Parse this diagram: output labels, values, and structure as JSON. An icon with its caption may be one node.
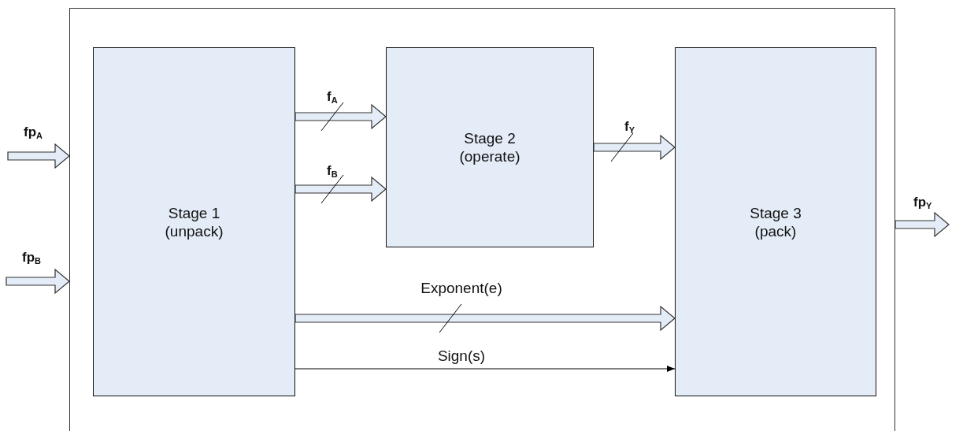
{
  "diagram": {
    "nodes": [
      {
        "text": [],
        "shape": "box"
      },
      {
        "text": [
          "Stage 1 (unpack)"
        ],
        "in": 0
      },
      {
        "text": [
          "Stage 2 (operate)"
        ],
        "in": 0
      },
      {
        "text": [
          "Stage 3 (pack)"
        ],
        "in": 0
      }
    ],
    "edges": [
      {
        "from": null,
        "to": 0,
        "arrow": "to",
        "label": "fp$_{A}$",
        "style": "thick"
      },
      {
        "from": null,
        "to": 0,
        "arrow": "to",
        "label": "fp$_{B}$",
        "style": "thick"
      },
      {
        "from": 1,
        "to": 2,
        "arrow": "to",
        "label": "f$_{A}$",
        "style": "thick"
      },
      {
        "from": 1,
        "to": 2,
        "arrow": "to",
        "label": "f$_{B}$",
        "style": "thick"
      },
      {
        "from": 2,
        "to": 3,
        "arrow": "to",
        "label": "f$_{Y}$",
        "style": "thick"
      },
      {
        "from": 1,
        "to": 3,
        "arrow": "to",
        "label": "Exponent(e)",
        "style": "thick"
      },
      {
        "from": 1,
        "to": 3,
        "arrow": "to",
        "label": "Sign(s)"
      },
      {
        "from": 0,
        "to": null,
        "arrow": "to",
        "label": "fp$_{Y}$",
        "style": "thick"
      }
    ]
  }
}
